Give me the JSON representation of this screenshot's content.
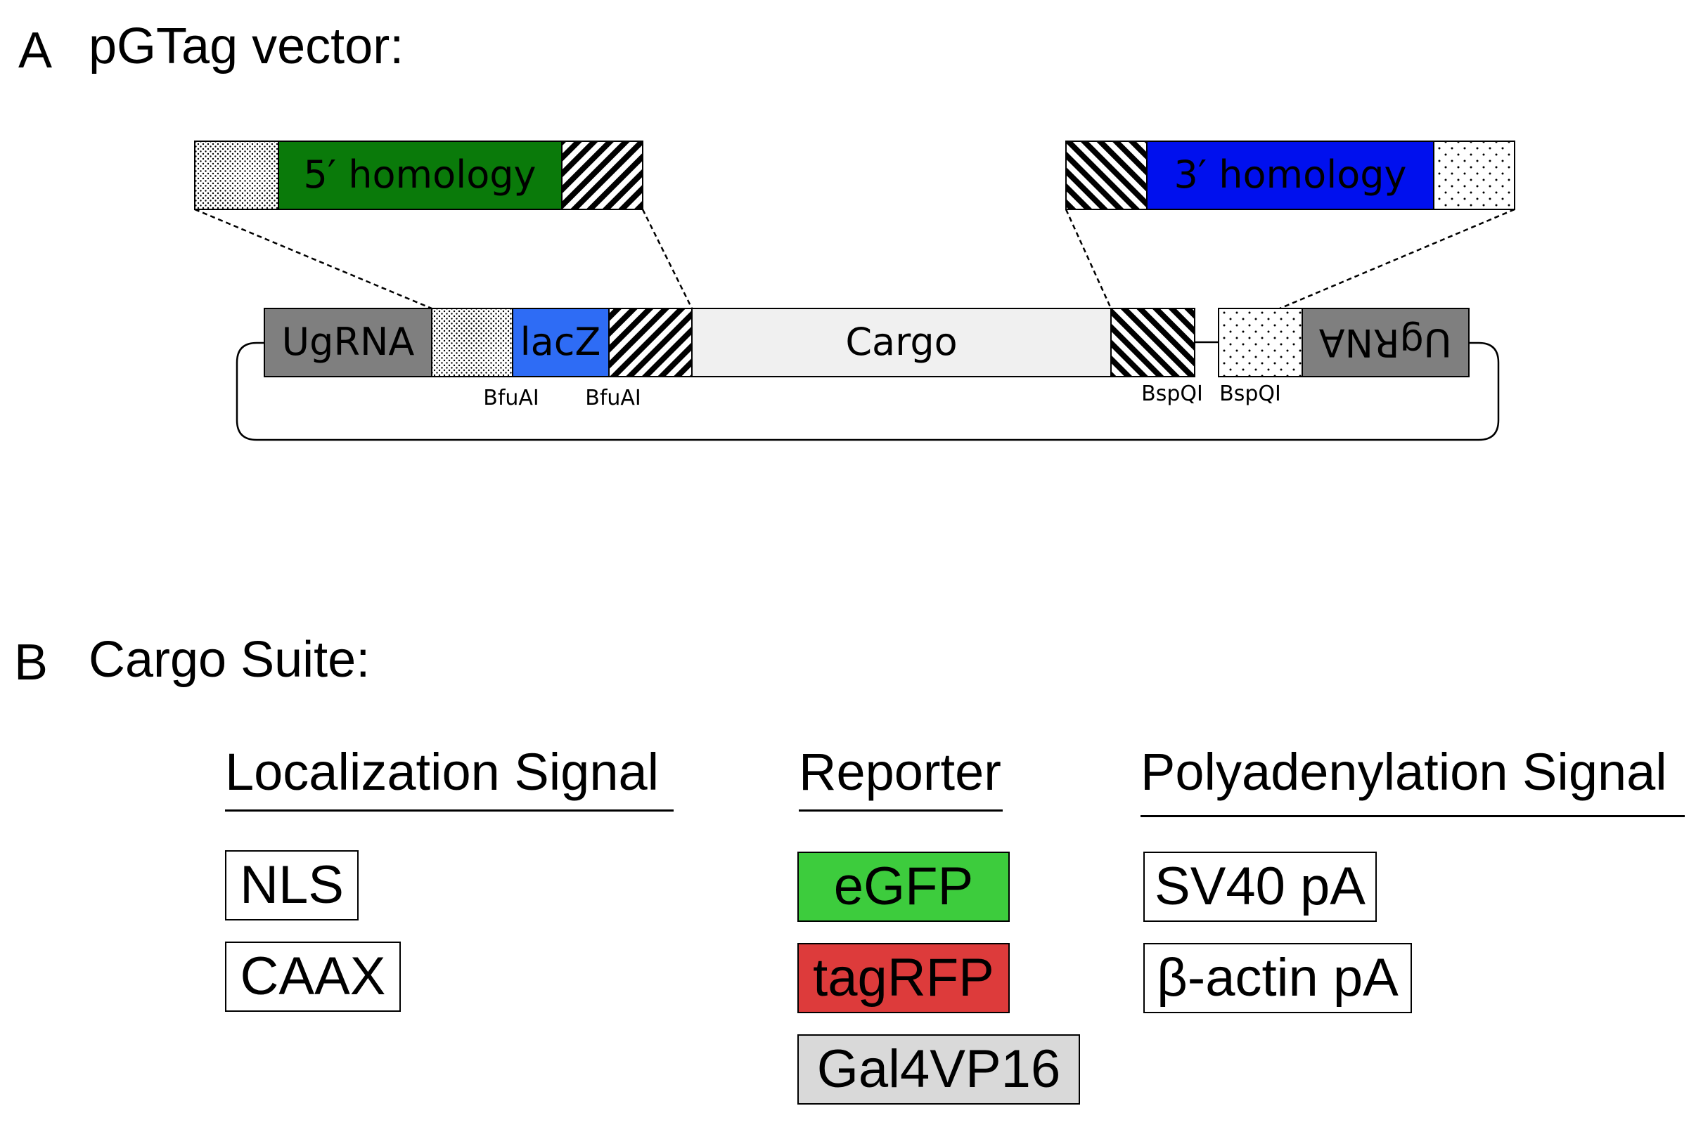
{
  "panelA": {
    "letter": "A",
    "title": "pGTag vector:",
    "homology5": {
      "label": "5′ homology",
      "color": "#0a7a0a"
    },
    "homology3": {
      "label": "3′ homology",
      "color": "#0010ee"
    },
    "vector": {
      "ugrna_left": "UgRNA",
      "lacz": "lacZ",
      "cargo": "Cargo",
      "ugrna_right": "UgRNA",
      "sites": [
        "BfuAI",
        "BfuAI",
        "BspQI",
        "BspQI"
      ],
      "ugrna_color": "#7f7f7f",
      "lacz_color": "#2e6cf5",
      "cargo_color": "#f0f0f0"
    }
  },
  "panelB": {
    "letter": "B",
    "title": "Cargo Suite:",
    "columns": [
      {
        "header": "Localization Signal",
        "items": [
          {
            "label": "NLS",
            "color": "#ffffff"
          },
          {
            "label": "CAAX",
            "color": "#ffffff"
          }
        ]
      },
      {
        "header": "Reporter",
        "items": [
          {
            "label": "eGFP",
            "color": "#3dcc3d"
          },
          {
            "label": "tagRFP",
            "color": "#dd3b3b"
          },
          {
            "label": "Gal4VP16",
            "color": "#d9d9d9"
          }
        ]
      },
      {
        "header": "Polyadenylation Signal",
        "items": [
          {
            "label": "SV40 pA",
            "color": "#ffffff"
          },
          {
            "label": "β-actin pA",
            "color": "#ffffff"
          }
        ]
      }
    ]
  }
}
